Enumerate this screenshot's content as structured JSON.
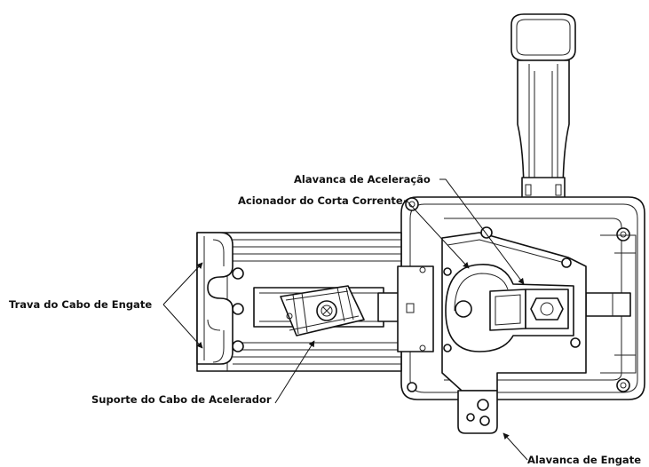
{
  "labels": {
    "throttle_lever": "Alavanca de Aceleração",
    "kill_switch_actuator": "Acionador do Corta Corrente",
    "shift_cable_lock": "Trava do Cabo de Engate",
    "throttle_cable_bracket": "Suporte do Cabo de Acelerador",
    "shift_lever": "Alavanca de Engate"
  },
  "colors": {
    "line": "#111111",
    "background": "#ffffff"
  }
}
